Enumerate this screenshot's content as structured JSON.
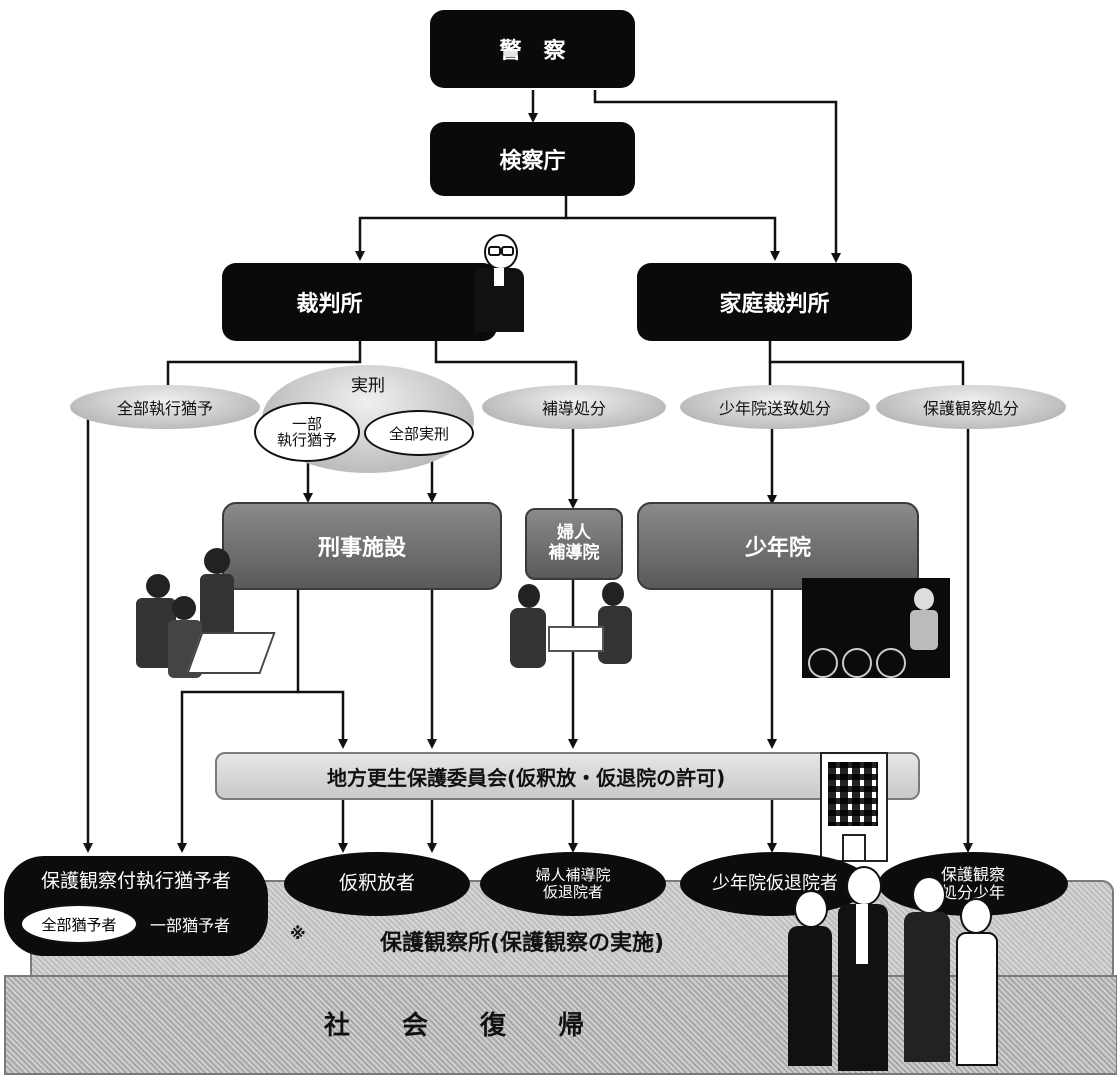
{
  "nodes": {
    "police": "警　察",
    "prosecutors": "検察庁",
    "court": "裁判所",
    "family_court": "家庭裁判所",
    "penal_institution": "刑事施設",
    "womens_guidance": "婦人\n補導院",
    "juvenile_training": "少年院",
    "regional_board": "地方更生保護委員会(仮釈放・仮退院の許可)",
    "probation_office": "保護観察所(保護観察の実施)",
    "social_return": "社　　会　　復　　帰"
  },
  "dispositions": {
    "full_suspension": "全部執行猶予",
    "actual_sentence": "実刑",
    "partial_suspension": "一部\n執行猶予",
    "full_actual": "全部実刑",
    "guidance_disposition": "補導処分",
    "juvenile_commitment": "少年院送致処分",
    "probation_disposition": "保護観察処分"
  },
  "outcomes": {
    "suspended_probationers": "保護観察付執行猶予者",
    "full_suspended": "全部猶予者",
    "partial_suspended": "一部猶予者",
    "parolees": "仮釈放者",
    "womens_released": "婦人補導院\n仮退院者",
    "juvenile_released": "少年院仮退院者",
    "probation_juveniles": "保護観察\n処分少年"
  },
  "note_mark": "※",
  "colors": {
    "black": "#0a0a0a",
    "gray_box": "#6e6e6e",
    "band": "#d5d5d5",
    "line": "#111111"
  }
}
